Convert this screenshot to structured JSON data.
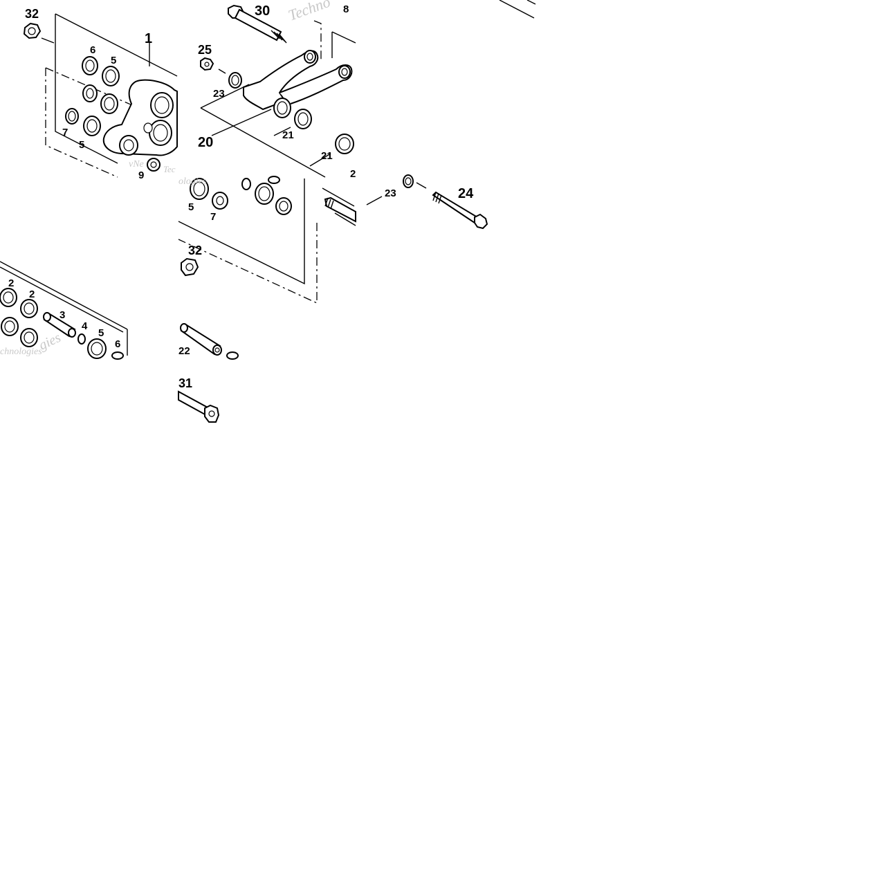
{
  "diagram": {
    "callouts": {
      "c32a": "32",
      "c1": "1",
      "c6": "6",
      "c5a": "5",
      "c7a": "7",
      "c5b": "5",
      "c9a": "9",
      "c30": "30",
      "c8": "8",
      "c25": "25",
      "c23a": "23",
      "c20": "20",
      "c21a": "21",
      "c21b": "21",
      "c2a": "2",
      "c23b": "23",
      "c24": "24",
      "c5c": "5",
      "c7b": "7",
      "c32b": "32",
      "c2b": "2",
      "c2c": "2",
      "c3": "3",
      "c4": "4",
      "c5d": "5",
      "c6b": "6",
      "c22": "22",
      "c31": "31"
    },
    "watermarks": {
      "w1": "Techno",
      "w2": "vNe",
      "w3": "Tec",
      "w4": "ologies",
      "w5": "chnologies",
      "w6": "gies"
    }
  }
}
